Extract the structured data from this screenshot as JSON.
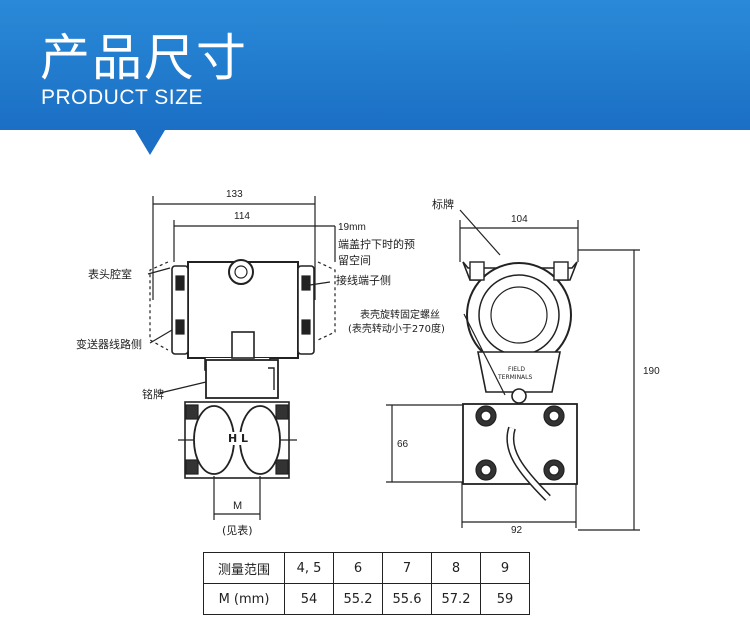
{
  "header": {
    "title": "产品尺寸",
    "subtitle": "PRODUCT SIZE"
  },
  "left_view": {
    "dims": {
      "width_overall": "133",
      "width_body": "114",
      "clearance": "19mm",
      "module": "M",
      "module_note": "(见表)"
    },
    "labels": {
      "clearance_note_1": "端盖拧下时的预",
      "clearance_note_2": "留空间",
      "head_chamber": "表头腔室",
      "terminal_side": "接线端子侧",
      "circuit_side": "变送器线路侧",
      "nameplate": "铭牌",
      "flange_mark": "H L"
    }
  },
  "right_view": {
    "dims": {
      "width_top": "104",
      "height": "190",
      "height_lower": "66",
      "width_bottom": "92"
    },
    "labels": {
      "tag_plate": "标牌",
      "housing_screw_1": "表壳旋转固定螺丝",
      "housing_screw_2": "(表壳转动小于270度)",
      "field_terminals_1": "FIELD",
      "field_terminals_2": "TERMINALS"
    }
  },
  "range_table": {
    "header_row": {
      "label": "测量范围",
      "values": [
        "4, 5",
        "6",
        "7",
        "8",
        "9"
      ]
    },
    "m_row": {
      "label": "M (mm)",
      "values": [
        "54",
        "55.2",
        "55.6",
        "57.2",
        "59"
      ]
    }
  },
  "colors": {
    "banner_top": "#2a8ad8",
    "banner_bottom": "#1b6fc4",
    "line": "#222222"
  }
}
